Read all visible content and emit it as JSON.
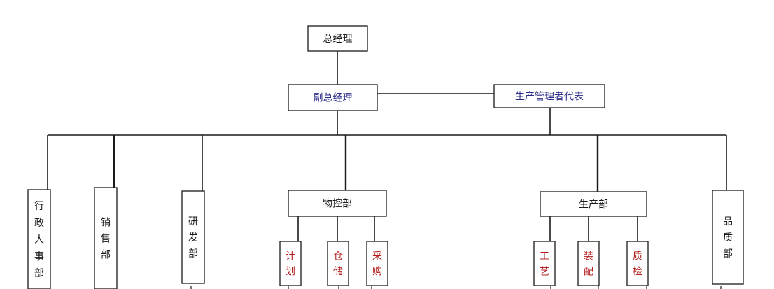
{
  "diagram": {
    "type": "org-chart",
    "colors": {
      "line": "#1a1a1a",
      "box_border": "#2a2a2a",
      "text_default": "#1a1a1a",
      "text_blue": "#2b2e8a",
      "text_red": "#b22020"
    },
    "nodes": [
      {
        "id": "gm",
        "label": "总经理"
      },
      {
        "id": "vgm",
        "label": "副总经理"
      },
      {
        "id": "rep",
        "label": "生产管理者代表"
      },
      {
        "id": "admin",
        "label": "行政人事部"
      },
      {
        "id": "sales",
        "label": "销售部"
      },
      {
        "id": "rnd",
        "label": "研发部"
      },
      {
        "id": "matctrl",
        "label": "物控部"
      },
      {
        "id": "prod",
        "label": "生产部"
      },
      {
        "id": "quality",
        "label": "品质部"
      },
      {
        "id": "plan",
        "label": "计划"
      },
      {
        "id": "warehouse",
        "label": "仓储"
      },
      {
        "id": "purchase",
        "label": "采购"
      },
      {
        "id": "process",
        "label": "工艺"
      },
      {
        "id": "assembly",
        "label": "装配"
      },
      {
        "id": "inspect",
        "label": "质检"
      }
    ],
    "edges": [
      {
        "from": "gm",
        "to": "vgm"
      },
      {
        "from": "vgm",
        "to": "rep"
      },
      {
        "from": "vgm",
        "to": "admin"
      },
      {
        "from": "vgm",
        "to": "sales"
      },
      {
        "from": "vgm",
        "to": "rnd"
      },
      {
        "from": "vgm",
        "to": "matctrl"
      },
      {
        "from": "vgm",
        "to": "prod"
      },
      {
        "from": "vgm",
        "to": "quality"
      },
      {
        "from": "matctrl",
        "to": "plan"
      },
      {
        "from": "matctrl",
        "to": "warehouse"
      },
      {
        "from": "matctrl",
        "to": "purchase"
      },
      {
        "from": "prod",
        "to": "process"
      },
      {
        "from": "prod",
        "to": "assembly"
      },
      {
        "from": "prod",
        "to": "inspect"
      }
    ]
  }
}
